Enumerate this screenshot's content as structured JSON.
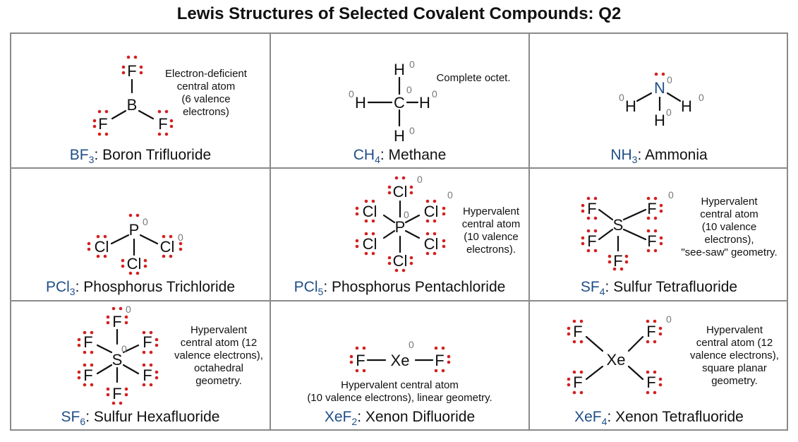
{
  "title": "Lewis Structures of Selected Covalent Compounds: Q2",
  "colors": {
    "lone_pair": "#d42020",
    "formula": "#1f4e87",
    "nitrogen": "#1f4e87",
    "formal_charge": "#777777",
    "border": "#8a8a8a"
  },
  "cells": [
    {
      "formula_main": "BF",
      "formula_sub": "3",
      "name": ": Boron Trifluoride",
      "description": [
        "Electron-deficient",
        "central atom",
        "(6 valence",
        "electrons)"
      ]
    },
    {
      "formula_main": "CH",
      "formula_sub": "4",
      "name": ": Methane",
      "description": [
        "Complete octet."
      ]
    },
    {
      "formula_main": "NH",
      "formula_sub": "3",
      "name": ": Ammonia",
      "description": []
    },
    {
      "formula_main": "PCl",
      "formula_sub": "3",
      "name": ": Phosphorus Trichloride",
      "description": []
    },
    {
      "formula_main": "PCl",
      "formula_sub": "5",
      "name": ": Phosphorus Pentachloride",
      "description": [
        "Hypervalent",
        "central atom",
        "(10 valence",
        "electrons)."
      ]
    },
    {
      "formula_main": "SF",
      "formula_sub": "4",
      "name": ": Sulfur Tetrafluoride",
      "description": [
        "Hypervalent",
        "central atom",
        "(10 valence",
        "electrons),",
        "\"see-saw\" geometry."
      ]
    },
    {
      "formula_main": "SF",
      "formula_sub": "6",
      "name": ": Sulfur Hexafluoride",
      "description": [
        "Hypervalent",
        "central atom (12",
        "valence electrons),",
        "octahedral",
        "geometry."
      ]
    },
    {
      "formula_main": "XeF",
      "formula_sub": "2",
      "name": ": Xenon Difluoride",
      "description": [
        "Hypervalent central atom",
        "(10 valence electrons), linear geometry."
      ]
    },
    {
      "formula_main": "XeF",
      "formula_sub": "4",
      "name": ": Xenon Tetrafluoride",
      "description": [
        "Hypervalent",
        "central atom (12",
        "valence electrons),",
        "square planar",
        "geometry."
      ]
    }
  ],
  "symbols": {
    "B": "B",
    "F": "F",
    "C": "C",
    "H": "H",
    "N": "N",
    "P": "P",
    "Cl": "Cl",
    "S": "S",
    "Xe": "Xe",
    "zero": "0"
  }
}
